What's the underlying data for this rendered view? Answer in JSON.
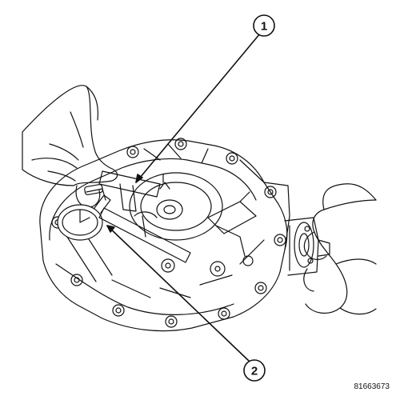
{
  "callouts": [
    {
      "id": "1",
      "label": "1"
    },
    {
      "id": "2",
      "label": "2"
    }
  ],
  "figure_id": "81663673",
  "colors": {
    "ink": "#111111",
    "background": "#ffffff"
  }
}
